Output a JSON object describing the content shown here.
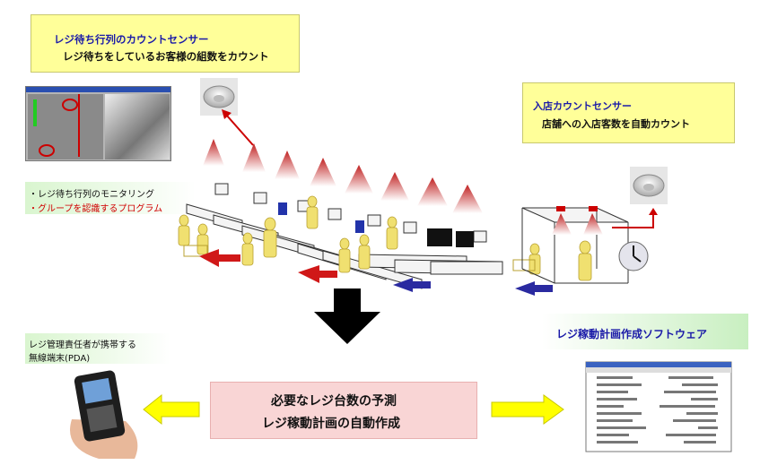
{
  "queue_sensor": {
    "title": "レジ待ち行列のカウントセンサー",
    "subtitle": "レジ待ちをしているお客様の組数をカウント"
  },
  "entry_sensor": {
    "title": "入店カウントセンサー",
    "subtitle": "店舗への入店客数を自動カウント"
  },
  "monitoring": {
    "line1": "・レジ待ち行列のモニタリング",
    "line2": "・グループを認識するプログラム"
  },
  "software": {
    "label": "レジ稼動計画作成ソフトウェア"
  },
  "pda": {
    "line1": "レジ管理責任者が携帯する",
    "line2": "無線端末(PDA)"
  },
  "center": {
    "line1": "必要なレジ台数の予測",
    "line2": "レジ稼動計画の自動作成"
  },
  "colors": {
    "accent_blue": "#1a1aa8",
    "sensor_red": "#c02020",
    "arrow_yellow": "#ffff00"
  }
}
